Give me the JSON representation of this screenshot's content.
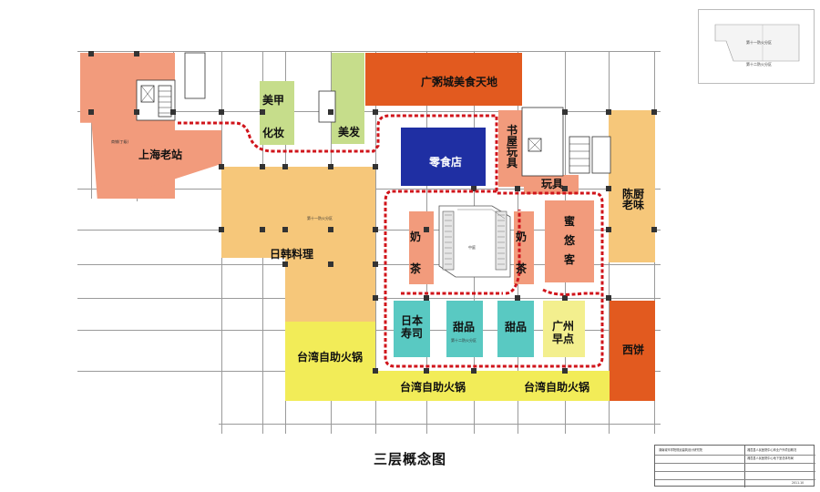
{
  "title": "三层概念图",
  "colors": {
    "salmon": "#f29b7c",
    "orange_red": "#e25a1f",
    "light_orange": "#f6c77a",
    "yellow": "#f2ec58",
    "light_green": "#c6dd8b",
    "navy": "#1f2fa3",
    "teal": "#59c9c2",
    "pale_yellow": "#f3ef8e",
    "route": "#d0141b"
  },
  "labels": {
    "shanghai": "上海老站",
    "meijia_1": "美甲",
    "meijia_2": "化妆",
    "meifa": "美发",
    "guangzhou_food": "广粥城美食天地",
    "zero_store": "零食店",
    "bookstore": "书屋玩具",
    "toys": "玩具",
    "chen_kitchen": "陈厨老味",
    "rihan": "日韩料理",
    "milk_tea_left": "奶茶",
    "milk_tea_right": "奶茶",
    "cupcake": "蜜悠客",
    "sushi_1": "日本",
    "sushi_2": "寿司",
    "dessert_1": "甜品",
    "dessert_2": "甜品",
    "dimsum_1": "广州",
    "dimsum_2": "早点",
    "xibing": "西饼",
    "hotpot_left": "台湾自助火锅",
    "hotpot_mid": "台湾自助火锅",
    "hotpot_right": "台湾自助火锅"
  },
  "annotations": {
    "fire_zone_11": "第十一防火分区",
    "fire_zone_12": "第十二防火分区",
    "shop_small": "商铺(丁级)",
    "escalator": "中庭",
    "legend_top_1": "第十一防火分区",
    "legend_top_2": "第十二防火分区"
  },
  "title_block": {
    "institute": "湖南城市学院规划建筑设计研究院",
    "project": "湘潭县人民医院中心商业户外项目概况",
    "drawing": "湘潭县人民医院中心地下室总体布局",
    "date": "2011.10"
  }
}
